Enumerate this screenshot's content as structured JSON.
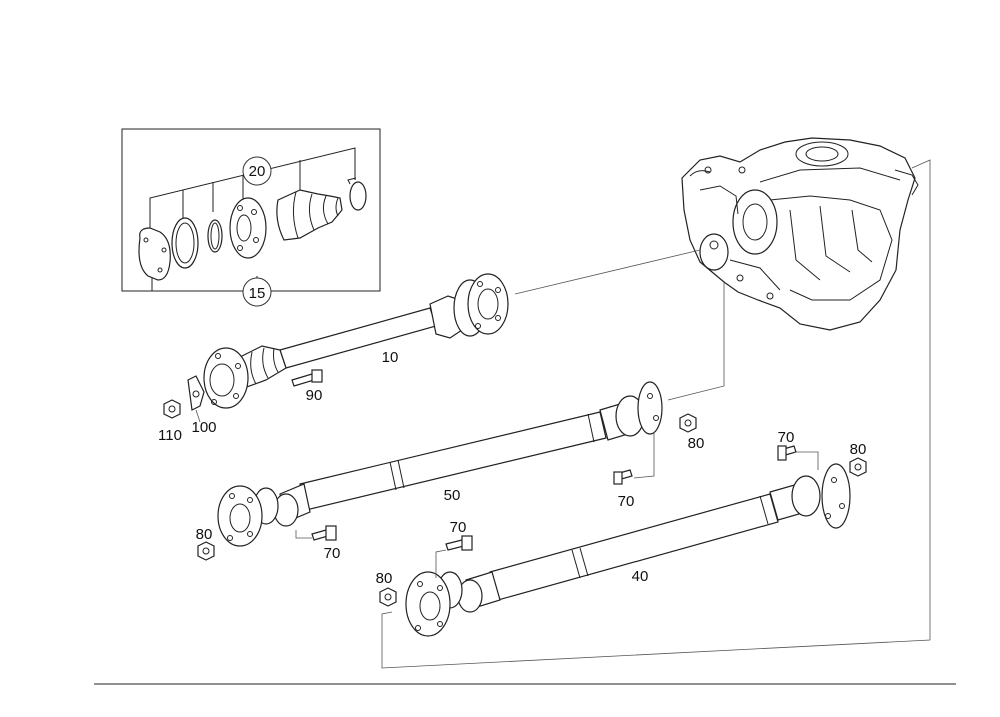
{
  "callouts": {
    "c20": "20",
    "c15": "15",
    "c10": "10",
    "c90": "90",
    "c110": "110",
    "c100": "100",
    "c80a": "80",
    "c50": "50",
    "c70a": "70",
    "c80b": "80",
    "c70b": "70",
    "c70c": "70",
    "c80c": "80",
    "c40": "40",
    "c70d": "70",
    "c80d": "80"
  }
}
